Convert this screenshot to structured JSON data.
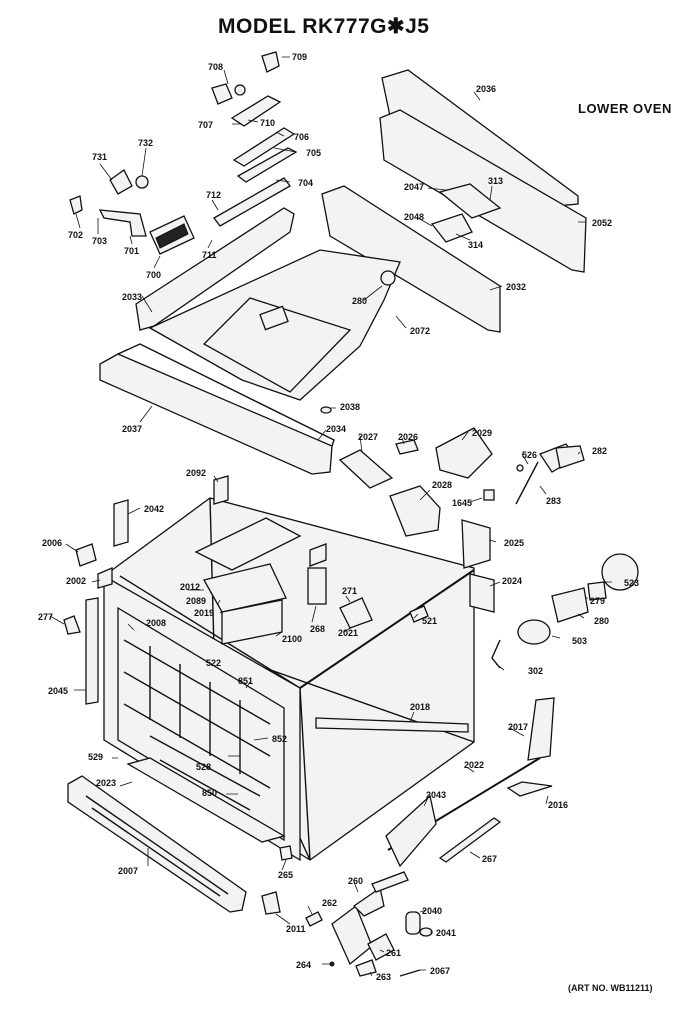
{
  "title": "MODEL RK777G✱J5",
  "subtitle": "LOWER OVEN",
  "art_number": "(ART NO. WB11211)",
  "parts": [
    {
      "id": "p709",
      "label": "709"
    },
    {
      "id": "p708",
      "label": "708"
    },
    {
      "id": "p710",
      "label": "710"
    },
    {
      "id": "p707",
      "label": "707"
    },
    {
      "id": "p706",
      "label": "706"
    },
    {
      "id": "p705",
      "label": "705"
    },
    {
      "id": "p704",
      "label": "704"
    },
    {
      "id": "p712",
      "label": "712"
    },
    {
      "id": "p711",
      "label": "711"
    },
    {
      "id": "p731",
      "label": "731"
    },
    {
      "id": "p732",
      "label": "732"
    },
    {
      "id": "p702",
      "label": "702"
    },
    {
      "id": "p703",
      "label": "703"
    },
    {
      "id": "p701",
      "label": "701"
    },
    {
      "id": "p700",
      "label": "700"
    },
    {
      "id": "p2036",
      "label": "2036"
    },
    {
      "id": "p2047",
      "label": "2047"
    },
    {
      "id": "p313",
      "label": "313"
    },
    {
      "id": "p2048",
      "label": "2048"
    },
    {
      "id": "p314",
      "label": "314"
    },
    {
      "id": "p2052",
      "label": "2052"
    },
    {
      "id": "p2032",
      "label": "2032"
    },
    {
      "id": "p280a",
      "label": "280"
    },
    {
      "id": "p2072",
      "label": "2072"
    },
    {
      "id": "p2033",
      "label": "2033"
    },
    {
      "id": "p2038",
      "label": "2038"
    },
    {
      "id": "p2037",
      "label": "2037"
    },
    {
      "id": "p2034",
      "label": "2034"
    },
    {
      "id": "p2027",
      "label": "2027"
    },
    {
      "id": "p2026",
      "label": "2026"
    },
    {
      "id": "p2029",
      "label": "2029"
    },
    {
      "id": "p526",
      "label": "526"
    },
    {
      "id": "p282",
      "label": "282"
    },
    {
      "id": "p2028",
      "label": "2028"
    },
    {
      "id": "p1645",
      "label": "1645"
    },
    {
      "id": "p283",
      "label": "283"
    },
    {
      "id": "p2092",
      "label": "2092"
    },
    {
      "id": "p2042",
      "label": "2042"
    },
    {
      "id": "p2025",
      "label": "2025"
    },
    {
      "id": "p2006",
      "label": "2006"
    },
    {
      "id": "p2002",
      "label": "2002"
    },
    {
      "id": "p2024",
      "label": "2024"
    },
    {
      "id": "p2012",
      "label": "2012"
    },
    {
      "id": "p2089",
      "label": "2089"
    },
    {
      "id": "p2019",
      "label": "2019"
    },
    {
      "id": "p271",
      "label": "271"
    },
    {
      "id": "p523",
      "label": "523"
    },
    {
      "id": "p279",
      "label": "279"
    },
    {
      "id": "p277",
      "label": "277"
    },
    {
      "id": "p2008",
      "label": "2008"
    },
    {
      "id": "p268",
      "label": "268"
    },
    {
      "id": "p521",
      "label": "521"
    },
    {
      "id": "p280b",
      "label": "280"
    },
    {
      "id": "p2100",
      "label": "2100"
    },
    {
      "id": "p2021",
      "label": "2021"
    },
    {
      "id": "p503",
      "label": "503"
    },
    {
      "id": "p522",
      "label": "522"
    },
    {
      "id": "p851",
      "label": "851"
    },
    {
      "id": "p302",
      "label": "302"
    },
    {
      "id": "p2045",
      "label": "2045"
    },
    {
      "id": "p2018",
      "label": "2018"
    },
    {
      "id": "p852",
      "label": "852"
    },
    {
      "id": "p2017",
      "label": "2017"
    },
    {
      "id": "p529",
      "label": "529"
    },
    {
      "id": "p528",
      "label": "528"
    },
    {
      "id": "p2022",
      "label": "2022"
    },
    {
      "id": "p2023",
      "label": "2023"
    },
    {
      "id": "p850",
      "label": "850"
    },
    {
      "id": "p2043",
      "label": "2043"
    },
    {
      "id": "p2016",
      "label": "2016"
    },
    {
      "id": "p2007",
      "label": "2007"
    },
    {
      "id": "p267",
      "label": "267"
    },
    {
      "id": "p265",
      "label": "265"
    },
    {
      "id": "p260",
      "label": "260"
    },
    {
      "id": "p262",
      "label": "262"
    },
    {
      "id": "p2040",
      "label": "2040"
    },
    {
      "id": "p2011",
      "label": "2011"
    },
    {
      "id": "p2041",
      "label": "2041"
    },
    {
      "id": "p261",
      "label": "261"
    },
    {
      "id": "p264",
      "label": "264"
    },
    {
      "id": "p263",
      "label": "263"
    },
    {
      "id": "p2067",
      "label": "2067"
    }
  ]
}
